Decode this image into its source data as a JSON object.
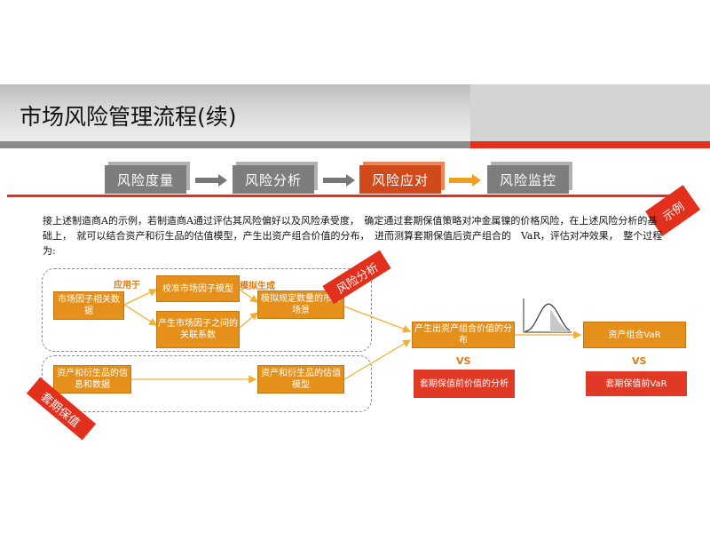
{
  "slide": {
    "title": "市场风险管理流程(续)"
  },
  "steps": [
    {
      "label": "风险度量",
      "active": false
    },
    {
      "label": "风险分析",
      "active": false
    },
    {
      "label": "风险应对",
      "active": true
    },
    {
      "label": "风险监控",
      "active": false
    }
  ],
  "tags": {
    "example": "示例",
    "risk_analysis": "风险分析",
    "hedging": "套期保值"
  },
  "intro": "接上述制造商A的示例，若制造商A通过评估其风险偏好以及风险承受度，　确定通过套期保值策略对冲金属镍的价格风险，在上述风险分析的基础上，　就可以结合资产和衍生品的估值模型，产生出资产组合价值的分布，　进而测算套期保值后资产组合的　VaR，评估对冲效果，　整个过程为:",
  "flow": {
    "market_factors": "市场因子相关数据",
    "apply_to": "应用于",
    "calibrate": "校准市场因子模型",
    "correlation": "产生市场因子之间的关联系数",
    "simulate_label": "模拟生成",
    "scenarios": "模拟规定数量的市场场景",
    "asset_info": "资产和衍生品的信息和数据",
    "valuation_model": "资产和衍生品的估值模型",
    "portfolio_dist": "产生出资产组合价值的分布",
    "vs1": "VS",
    "pre_hedge_dist": "套期保值前价值的分析",
    "portfolio_var": "资产组合VaR",
    "vs2": "VS",
    "pre_hedge_var": "套期保值前VaR"
  },
  "colors": {
    "orange": "#e5901a",
    "red": "#e03a26",
    "accent": "#e3301c"
  }
}
